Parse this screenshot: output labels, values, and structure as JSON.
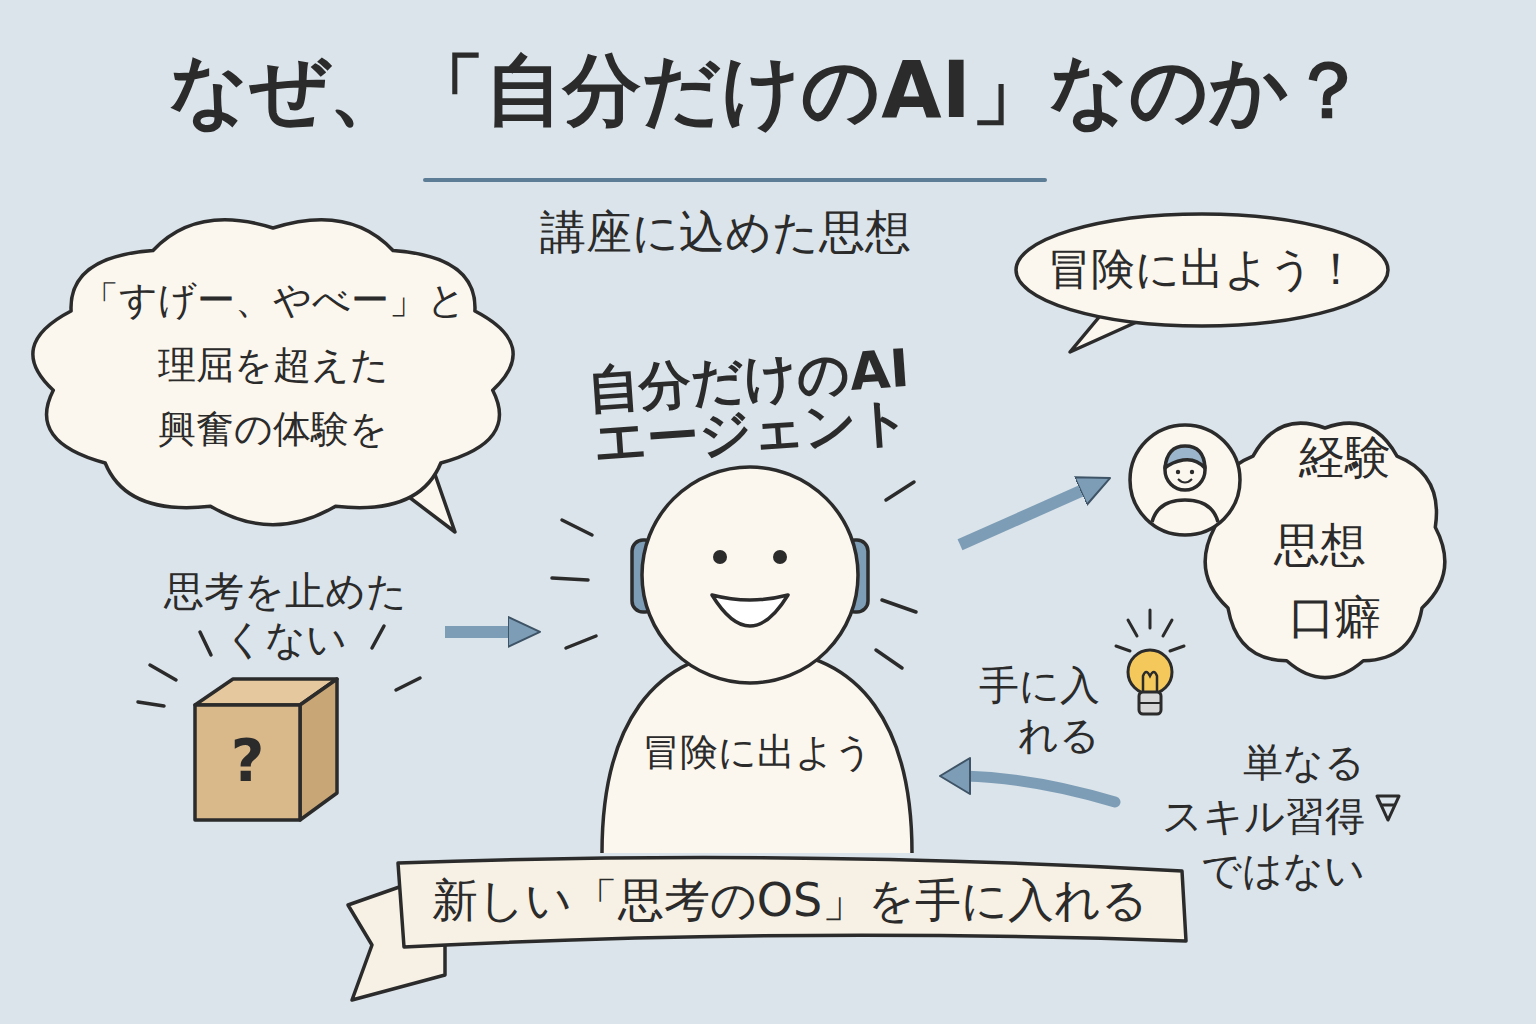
{
  "diagram": {
    "title": "なぜ、「自分だけのAI」なのか？",
    "nodes": [
      {
        "text": [
          "「すげー、やべー」と理屈を超えた興奮の体験を"
        ]
      },
      {
        "text": [
          "冒険に出よう！"
        ]
      },
      {
        "text": [
          "自分だけのAI エージェント",
          "冒険に出よう"
        ]
      },
      {
        "text": [
          "経験",
          "思想",
          "口癖"
        ]
      },
      {
        "text": [
          "思考を止めたくない",
          "?"
        ]
      },
      {
        "text": [
          "新しい「思考のOS」を手に入れる"
        ]
      }
    ],
    "edges": [
      {
        "from": 4,
        "to": 2,
        "arrow": "to"
      },
      {
        "from": 2,
        "to": 3,
        "arrow": "to"
      }
    ],
    "labels": [
      "講座に込めた思想",
      "手に入れる",
      "単なるスキル習得ではない"
    ]
  }
}
